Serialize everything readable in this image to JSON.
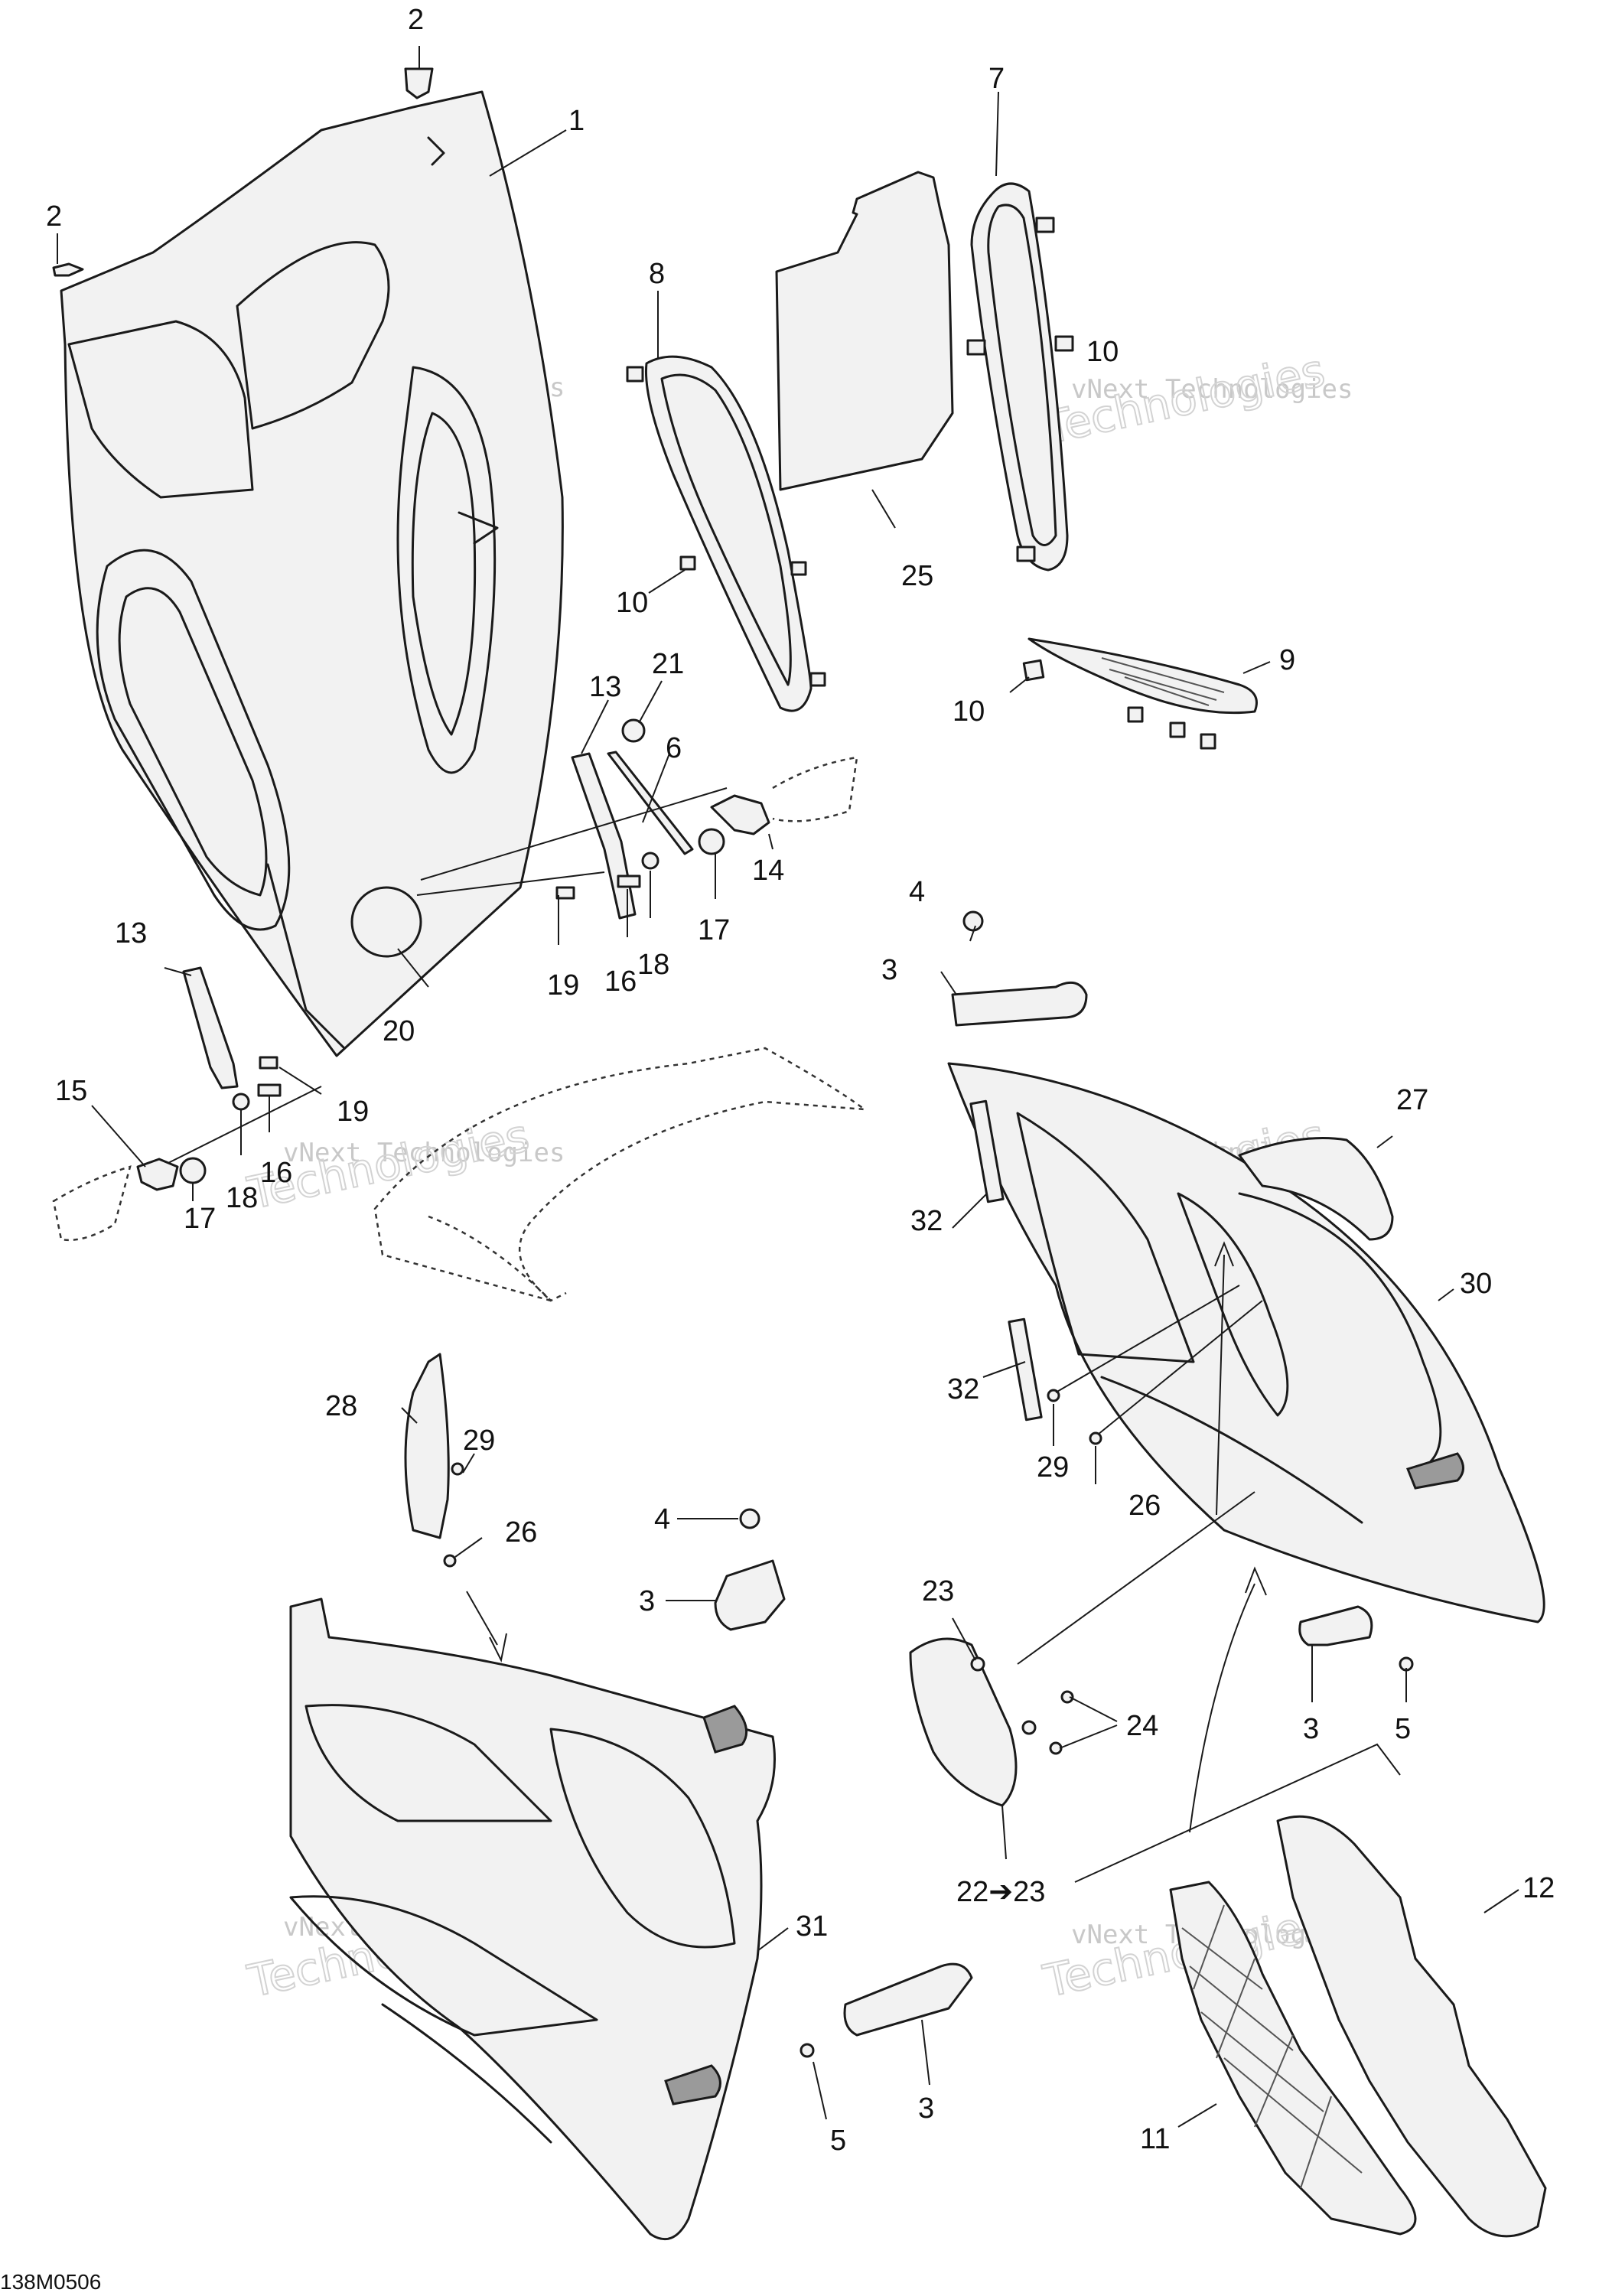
{
  "diagram": {
    "code": "138M0506",
    "watermark": {
      "line1": "vNext Technologies",
      "line2": "Technologies"
    },
    "callouts": [
      {
        "id": "c-2a",
        "label": "2"
      },
      {
        "id": "c-1",
        "label": "1"
      },
      {
        "id": "c-2b",
        "label": "2"
      },
      {
        "id": "c-7",
        "label": "7"
      },
      {
        "id": "c-8",
        "label": "8"
      },
      {
        "id": "c-10a",
        "label": "10"
      },
      {
        "id": "c-10b",
        "label": "10"
      },
      {
        "id": "c-10c",
        "label": "10"
      },
      {
        "id": "c-25",
        "label": "25"
      },
      {
        "id": "c-9",
        "label": "9"
      },
      {
        "id": "c-13a",
        "label": "13"
      },
      {
        "id": "c-21",
        "label": "21"
      },
      {
        "id": "c-6",
        "label": "6"
      },
      {
        "id": "c-14",
        "label": "14"
      },
      {
        "id": "c-17a",
        "label": "17"
      },
      {
        "id": "c-18a",
        "label": "18"
      },
      {
        "id": "c-16a",
        "label": "16"
      },
      {
        "id": "c-19a",
        "label": "19"
      },
      {
        "id": "c-20",
        "label": "20"
      },
      {
        "id": "c-13b",
        "label": "13"
      },
      {
        "id": "c-15",
        "label": "15"
      },
      {
        "id": "c-19b",
        "label": "19"
      },
      {
        "id": "c-16b",
        "label": "16"
      },
      {
        "id": "c-18b",
        "label": "18"
      },
      {
        "id": "c-17b",
        "label": "17"
      },
      {
        "id": "c-4a",
        "label": "4"
      },
      {
        "id": "c-3a",
        "label": "3"
      },
      {
        "id": "c-27",
        "label": "27"
      },
      {
        "id": "c-32a",
        "label": "32"
      },
      {
        "id": "c-30",
        "label": "30"
      },
      {
        "id": "c-32b",
        "label": "32"
      },
      {
        "id": "c-29a",
        "label": "29"
      },
      {
        "id": "c-26a",
        "label": "26"
      },
      {
        "id": "c-28",
        "label": "28"
      },
      {
        "id": "c-29b",
        "label": "29"
      },
      {
        "id": "c-26b",
        "label": "26"
      },
      {
        "id": "c-4b",
        "label": "4"
      },
      {
        "id": "c-3b",
        "label": "3"
      },
      {
        "id": "c-23",
        "label": "23"
      },
      {
        "id": "c-24",
        "label": "24"
      },
      {
        "id": "c-3c",
        "label": "3"
      },
      {
        "id": "c-5a",
        "label": "5"
      },
      {
        "id": "c-22",
        "label": "22➔23"
      },
      {
        "id": "c-12",
        "label": "12"
      },
      {
        "id": "c-31",
        "label": "31"
      },
      {
        "id": "c-11",
        "label": "11"
      },
      {
        "id": "c-3d",
        "label": "3"
      },
      {
        "id": "c-5b",
        "label": "5"
      }
    ]
  }
}
